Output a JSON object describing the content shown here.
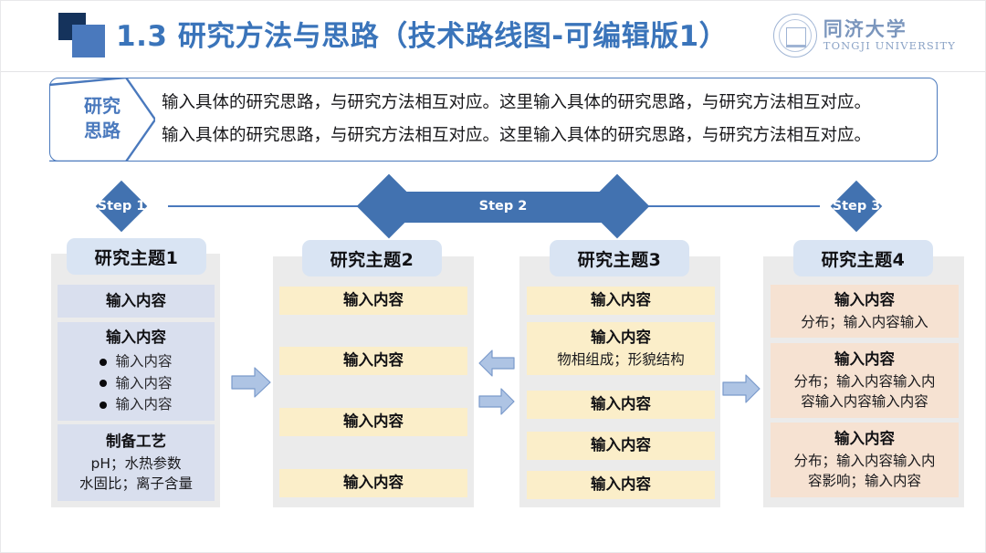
{
  "header": {
    "title": "1.3 研究方法与思路（技术路线图-可编辑版1）",
    "logo_cn": "同济大学",
    "logo_en": "TONGJI UNIVERSITY"
  },
  "idea_box": {
    "tag_line1": "研究",
    "tag_line2": "思路",
    "lines": [
      "输入具体的研究思路，与研究方法相互对应。这里输入具体的研究思路，与研究方法相互对应。",
      "输入具体的研究思路，与研究方法相互对应。这里输入具体的研究思路，与研究方法相互对应。"
    ]
  },
  "steps": [
    {
      "label": "Step 1"
    },
    {
      "label": "Step 2"
    },
    {
      "label": "Step 3"
    }
  ],
  "columns": [
    {
      "header": "研究主题1",
      "cells": [
        {
          "title": "输入内容",
          "sub": "",
          "bullets": []
        },
        {
          "title": "输入内容",
          "sub": "",
          "bullets": [
            "输入内容",
            "输入内容",
            "输入内容"
          ]
        },
        {
          "title": "制备工艺",
          "sub": "pH；水热参数\n水固比；离子含量",
          "bullets": []
        }
      ]
    },
    {
      "header": "研究主题2",
      "cells": [
        {
          "title": "输入内容",
          "sub": "",
          "bullets": []
        },
        {
          "title": "输入内容",
          "sub": "",
          "bullets": []
        },
        {
          "title": "输入内容",
          "sub": "",
          "bullets": []
        },
        {
          "title": "输入内容",
          "sub": "",
          "bullets": []
        }
      ]
    },
    {
      "header": "研究主题3",
      "cells": [
        {
          "title": "输入内容",
          "sub": "",
          "bullets": []
        },
        {
          "title": "输入内容",
          "sub": "物相组成；形貌结构",
          "bullets": []
        },
        {
          "title": "输入内容",
          "sub": "",
          "bullets": []
        },
        {
          "title": "输入内容",
          "sub": "",
          "bullets": []
        },
        {
          "title": "输入内容",
          "sub": "",
          "bullets": []
        }
      ]
    },
    {
      "header": "研究主题4",
      "cells": [
        {
          "title": "输入内容",
          "sub": "分布；输入内容输入",
          "bullets": []
        },
        {
          "title": "输入内容",
          "sub": "分布；输入内容输入内\n容输入内容输入内容",
          "bullets": []
        },
        {
          "title": "输入内容",
          "sub": "分布；输入内容输入内\n容影响；输入内容",
          "bullets": []
        }
      ]
    }
  ],
  "colors": {
    "accent_blue": "#4a79bd",
    "step_blue": "#4272b0",
    "navy": "#15335c",
    "panel_gray": "#ebebeb",
    "head_blue": "#d9e4f3",
    "cell_blue": "#d9dfee",
    "cell_yellow": "#fbeec9",
    "cell_peach": "#f6e2d2",
    "arrow_blue": "#aec4e4"
  }
}
